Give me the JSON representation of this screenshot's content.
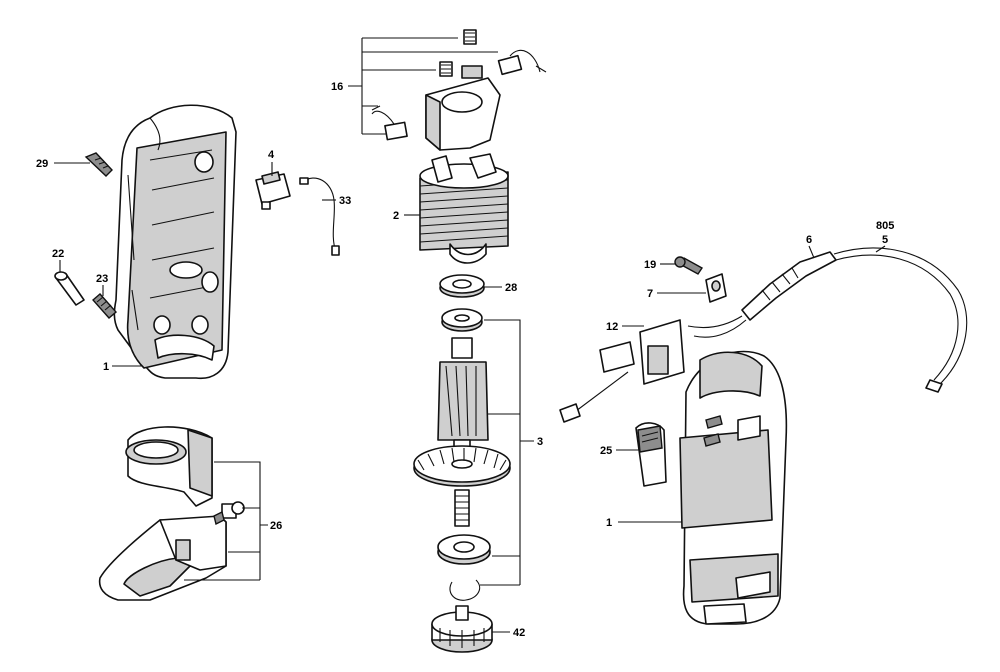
{
  "callouts": {
    "c1_left": "1",
    "c2": "2",
    "c3": "3",
    "c4": "4",
    "c16": "16",
    "c22": "22",
    "c23": "23",
    "c29": "29",
    "c33": "33",
    "c28": "28",
    "c26": "26",
    "c42": "42",
    "c19": "19",
    "c7": "7",
    "c12": "12",
    "c25": "25",
    "c1_right": "1",
    "c6": "6",
    "c805": "805",
    "c5": "5"
  }
}
